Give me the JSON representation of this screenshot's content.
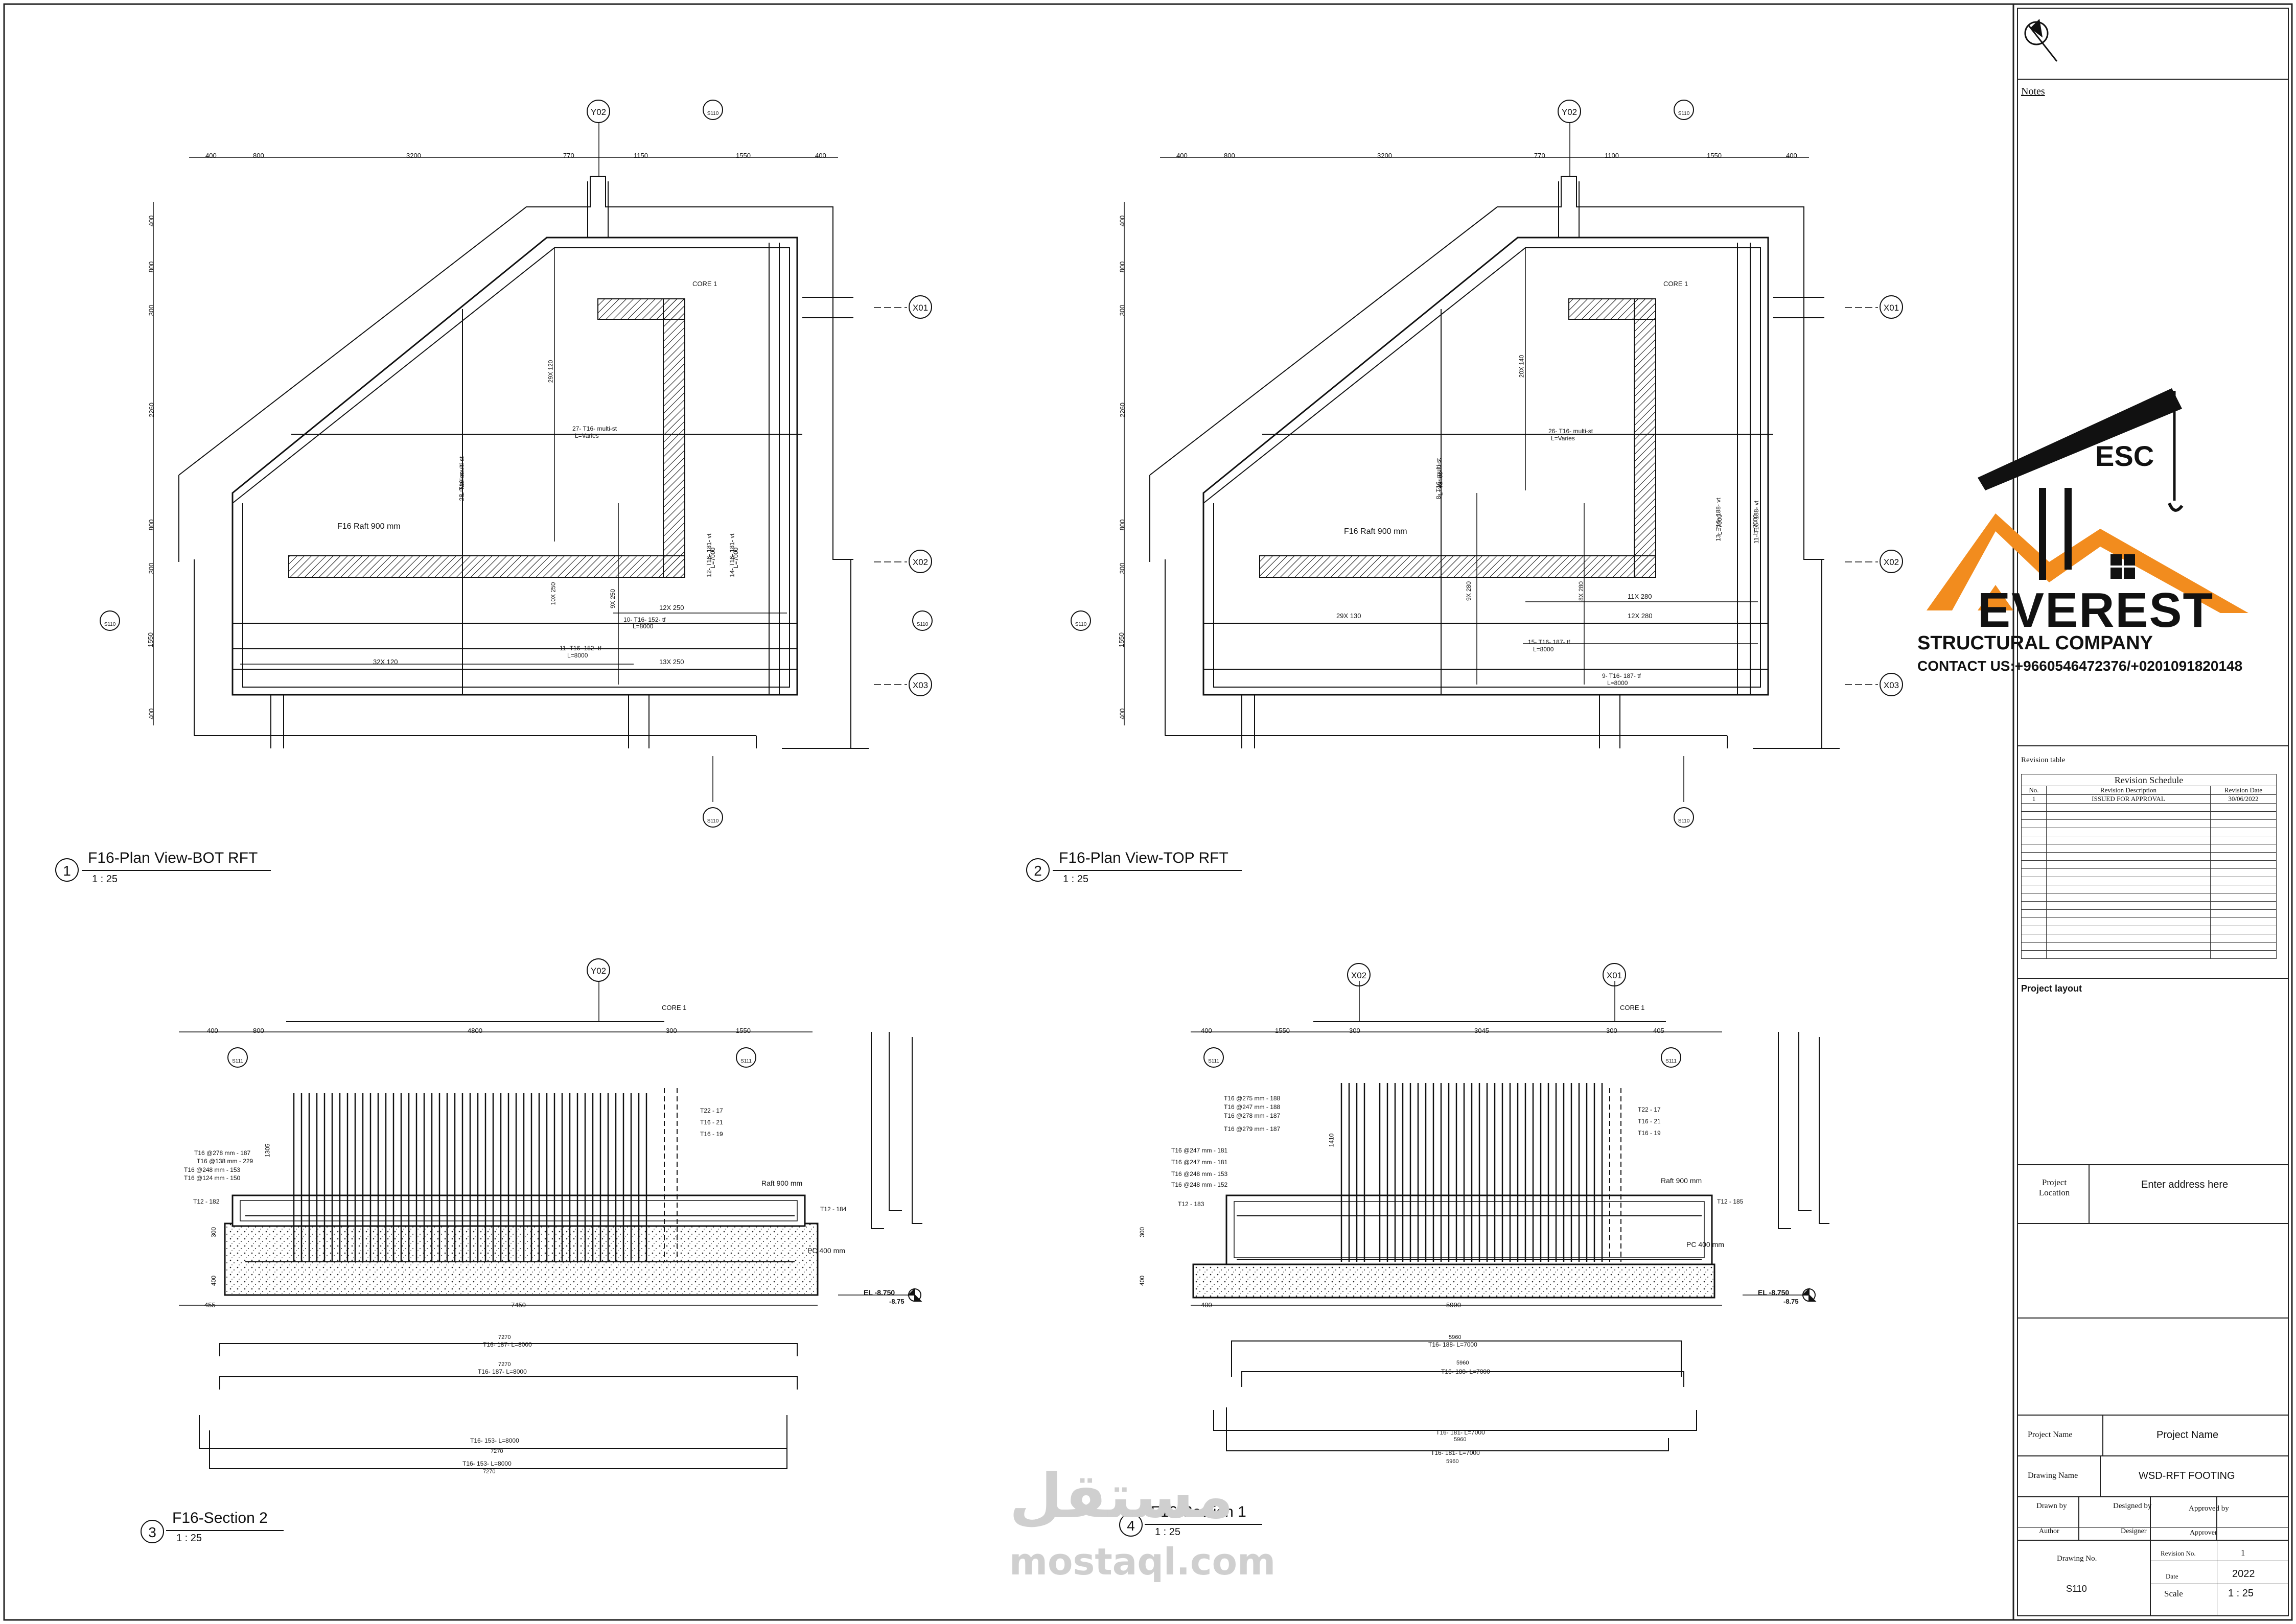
{
  "views": [
    {
      "number": "1",
      "title": "F16-Plan View-BOT RFT",
      "scale": "1 : 25"
    },
    {
      "number": "2",
      "title": "F16-Plan View-TOP RFT",
      "scale": "1 : 25"
    },
    {
      "number": "3",
      "title": "F16-Section 2",
      "scale": "1 : 25"
    },
    {
      "number": "4",
      "title": "F16-Section 1",
      "scale": "1 : 25"
    }
  ],
  "plan_bot": {
    "dims_top": [
      "400",
      "800",
      "3200",
      "770",
      "1150",
      "1550",
      "400"
    ],
    "dims_left": [
      "400",
      "800",
      "300",
      "2260",
      "800",
      "300",
      "1550",
      "400"
    ],
    "grid_y": "Y02",
    "grid_x": [
      "X01",
      "X02",
      "X03"
    ],
    "section_ref": "S110",
    "core_label": "CORE 1",
    "raft_label": "F16 Raft 900 mm",
    "labels": [
      "27- T16- multi-st",
      "L=Varies",
      "29X 120",
      "28- T16- multi-st",
      "L=Varies",
      "12X 250",
      "10- T16- 152- tf",
      "L=8000",
      "11- T16- 152- tf",
      "L=8000",
      "32X 120",
      "13X 250",
      "12- T16- 181- vt",
      "L=7000",
      "14- T16- 181- vt",
      "L=7000",
      "10X 250",
      "9X 250"
    ]
  },
  "plan_top": {
    "dims_top": [
      "400",
      "800",
      "3200",
      "770",
      "1100",
      "1550",
      "400"
    ],
    "dims_left": [
      "400",
      "800",
      "300",
      "2260",
      "800",
      "300",
      "1550",
      "400"
    ],
    "grid_y": "Y02",
    "grid_x": [
      "X01",
      "X02",
      "X03"
    ],
    "section_ref": "S110",
    "core_label": "CORE 1",
    "raft_label": "F16 Raft 900 mm",
    "labels": [
      "26- T16- multi-st",
      "L=Varies",
      "20X 140",
      "8- T16- multi-st",
      "L=Varies",
      "29X 130",
      "11X 280",
      "12X 280",
      "15- T16- 187- tf",
      "L=8000",
      "9- T16- 187- tf",
      "L=8000",
      "13- T16- 188- vt",
      "L=7000",
      "11- T16- 188- vt",
      "L=7000",
      "9X 280",
      "8X 280"
    ]
  },
  "section2": {
    "grid": "Y02",
    "core_label": "CORE 1",
    "dims_top": [
      "400",
      "800",
      "4800",
      "300",
      "1550"
    ],
    "dims_bottom": [
      "455",
      "7450"
    ],
    "left_labels": [
      "T16 @278 mm - 187",
      "T16 @138 mm - 229",
      "T16 @248 mm - 153",
      "T16 @124 mm - 150",
      "T12 - 182"
    ],
    "right_labels": [
      "T22 - 17",
      "T16 - 21",
      "T16 - 19"
    ],
    "raft": "Raft 900 mm",
    "pc": "PC 400 mm",
    "t12": "T12 - 184",
    "el": "EL -8.750",
    "el2": "-8.75",
    "bars": [
      "T16- 187- L=8000",
      "T16- 187- L=8000",
      "T16- 153- L=8000",
      "T16- 153- L=8000"
    ],
    "bar_len": "7270",
    "side_dims": [
      "1305",
      "300",
      "400"
    ],
    "sec_ref": "S111"
  },
  "section1": {
    "grid": [
      "X02",
      "X01"
    ],
    "core_label": "CORE 1",
    "dims_top": [
      "400",
      "1550",
      "300",
      "3045",
      "300",
      "405"
    ],
    "dims_bottom": [
      "400",
      "5990"
    ],
    "left_labels": [
      "T16 @275 mm - 188",
      "T16 @247 mm - 188",
      "T16 @278 mm - 187",
      "T16 @279 mm - 187",
      "T16 @247 mm - 181",
      "T16 @247 mm - 181",
      "T16 @248 mm - 153",
      "T16 @248 mm - 152",
      "T12 - 183"
    ],
    "right_labels": [
      "T22 - 17",
      "T16 - 21",
      "T16 - 19"
    ],
    "raft": "Raft 900 mm",
    "pc": "PC 400 mm",
    "t12": "T12 - 185",
    "el": "EL -8.750",
    "el2": "-8.75",
    "bars": [
      "T16- 188- L=7000",
      "T16- 188- L=7000",
      "T16- 181- L=7000",
      "T16- 181- L=7000"
    ],
    "bar_len": "5960",
    "side_dims": [
      "1410",
      "300",
      "400"
    ],
    "sec_ref": "S111"
  },
  "logo": {
    "abbr": "ESC",
    "name": "EVEREST",
    "subtitle": "STRUCTURAL COMPANY",
    "contact": "CONTACT US:+9660546472376/+0201091820148",
    "colors": {
      "orange": "#f28c1e",
      "black": "#111111"
    }
  },
  "watermark": {
    "arabic": "مستقل",
    "latin": "mostaql.com"
  },
  "titleblock": {
    "notes": "Notes",
    "revision_table_label": "Revision table",
    "revision_schedule": "Revision Schedule",
    "rev_headers": [
      "No.",
      "Revision Description",
      "Revision Date"
    ],
    "rev_rows": [
      [
        "1",
        "ISSUED FOR APPROVAL",
        "30/06/2022"
      ]
    ],
    "project_layout": "Project layout",
    "project_location_label": "Project Location",
    "project_location_value": "Enter address here",
    "project_name_label": "Project Name",
    "project_name_value": "Project Name",
    "drawing_name_label": "Drawing Name",
    "drawing_name_value": "WSD-RFT FOOTING",
    "drawn_by_label": "Drawn by",
    "drawn_by_value": "Author",
    "designed_by_label": "Designed by",
    "designed_by_value": "Designer",
    "approved_by_label": "Approved by",
    "approved_by_value": "Approver",
    "drawing_no_label": "Drawing No.",
    "drawing_no_value": "S110",
    "revision_no_label": "Revision No.",
    "revision_no_value": "1",
    "date_label": "Date",
    "date_value": "2022",
    "scale_label": "Scale",
    "scale_value": "1 : 25"
  }
}
